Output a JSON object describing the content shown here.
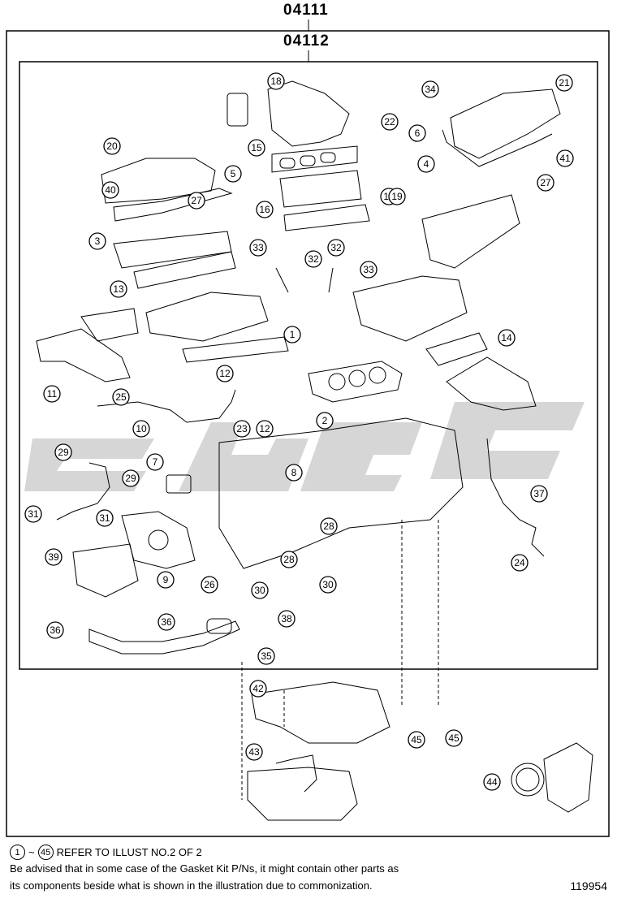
{
  "header": {
    "kit_number": "04111",
    "sub_kit_number": "04112"
  },
  "notes": {
    "range_start": "1",
    "range_tilde": "~",
    "range_end": "45",
    "range_text": "REFER TO ILLUST NO.2 OF 2",
    "line2": "Be advised that in some case of the Gasket Kit P/Ns,  it might contain other parts as",
    "line3": "its components beside what is shown in the illustration due to commonization."
  },
  "figure_number": "119954",
  "callouts": [
    "1",
    "2",
    "3",
    "4",
    "5",
    "6",
    "7",
    "8",
    "9",
    "10",
    "11",
    "12",
    "12",
    "13",
    "14",
    "15",
    "16",
    "17",
    "18",
    "19",
    "20",
    "21",
    "22",
    "23",
    "24",
    "25",
    "26",
    "27",
    "27",
    "28",
    "28",
    "29",
    "29",
    "30",
    "30",
    "31",
    "31",
    "32",
    "32",
    "33",
    "33",
    "34",
    "35",
    "36",
    "36",
    "37",
    "38",
    "39",
    "40",
    "41",
    "42",
    "43",
    "44",
    "45",
    "45"
  ],
  "watermark_color": "#cfcfcf"
}
